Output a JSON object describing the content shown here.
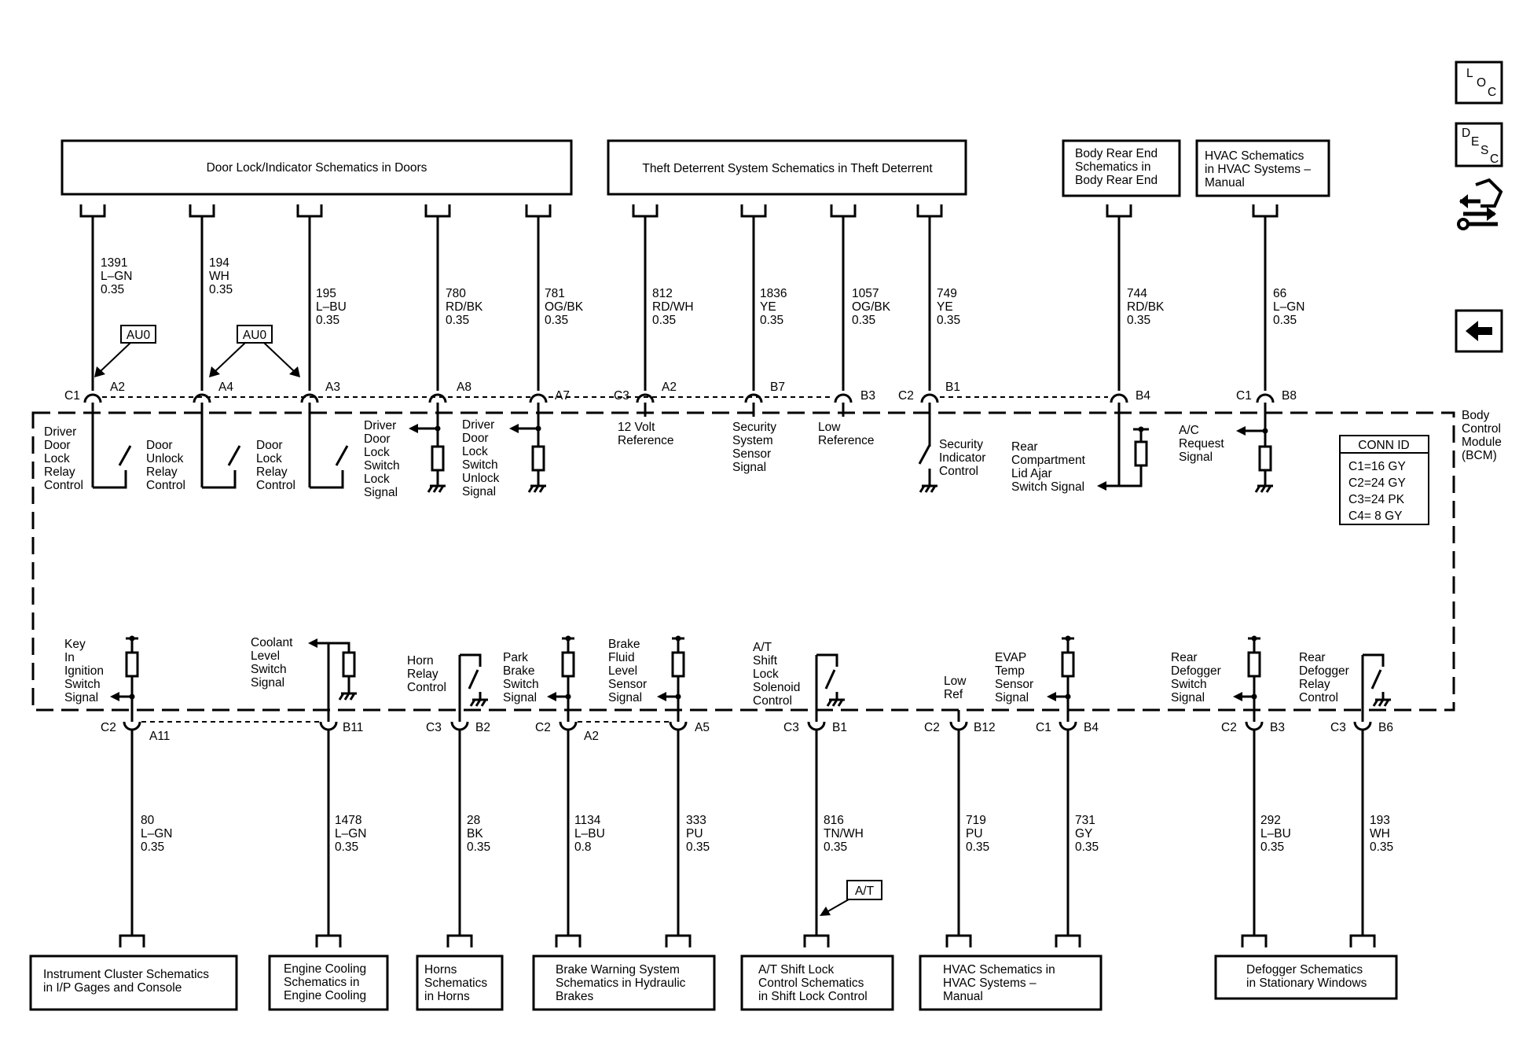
{
  "top_boxes": {
    "door_lock": "Door Lock/Indicator Schematics in Doors",
    "theft": "Theft Deterrent System Schematics in Theft Deterrent",
    "body_rear": [
      "Body Rear End",
      "Schematics in",
      "Body Rear End"
    ],
    "hvac": [
      "HVAC Schematics",
      "in HVAC Systems –",
      "Manual"
    ]
  },
  "top_wires": [
    {
      "circuit": "1391",
      "color": "L–GN",
      "gauge": "0.35"
    },
    {
      "circuit": "194",
      "color": "WH",
      "gauge": "0.35"
    },
    {
      "circuit": "195",
      "color": "L–BU",
      "gauge": "0.35"
    },
    {
      "circuit": "780",
      "color": "RD/BK",
      "gauge": "0.35"
    },
    {
      "circuit": "781",
      "color": "OG/BK",
      "gauge": "0.35"
    },
    {
      "circuit": "812",
      "color": "RD/WH",
      "gauge": "0.35"
    },
    {
      "circuit": "1836",
      "color": "YE",
      "gauge": "0.35"
    },
    {
      "circuit": "1057",
      "color": "OG/BK",
      "gauge": "0.35"
    },
    {
      "circuit": "749",
      "color": "YE",
      "gauge": "0.35"
    },
    {
      "circuit": "744",
      "color": "RD/BK",
      "gauge": "0.35"
    },
    {
      "circuit": "66",
      "color": "L–GN",
      "gauge": "0.35"
    }
  ],
  "top_connectors": {
    "c1": "C1",
    "a2": "A2",
    "a4": "A4",
    "a3": "A3",
    "a8": "A8",
    "a7": "A7",
    "c3": "C3",
    "a2b": "A2",
    "b7": "B7",
    "b3": "B3",
    "c2": "C2",
    "b1": "B1",
    "b4": "B4",
    "c1b": "C1",
    "b8": "B8"
  },
  "option_labels": {
    "au0_1": "AU0",
    "au0_2": "AU0",
    "at": "A/T"
  },
  "top_signals": {
    "driver_lock_relay": [
      "Driver",
      "Door",
      "Lock",
      "Relay",
      "Control"
    ],
    "door_unlock_relay": [
      "Door",
      "Unlock",
      "Relay",
      "Control"
    ],
    "door_lock_relay": [
      "Door",
      "Lock",
      "Relay",
      "Control"
    ],
    "driver_lock_switch": [
      "Driver",
      "Door",
      "Lock",
      "Switch",
      "Lock",
      "Signal"
    ],
    "driver_unlock_switch": [
      "Driver",
      "Door",
      "Lock",
      "Switch",
      "Unlock",
      "Signal"
    ],
    "ref_12v": [
      "12 Volt",
      "Reference"
    ],
    "security_sensor": [
      "Security",
      "System",
      "Sensor",
      "Signal"
    ],
    "low_reference": [
      "Low",
      "Reference"
    ],
    "security_indicator": [
      "Security",
      "Indicator",
      "Control"
    ],
    "rear_compartment": [
      "Rear",
      "Compartment",
      "Lid Ajar",
      "Switch Signal"
    ],
    "ac_request": [
      "A/C",
      "Request",
      "Signal"
    ]
  },
  "bcm_label": [
    "Body",
    "Control",
    "Module",
    "(BCM)"
  ],
  "conn_id": {
    "title": "CONN ID",
    "rows": [
      "C1=16 GY",
      "C2=24 GY",
      "C3=24 PK",
      "C4=  8 GY"
    ]
  },
  "bottom_signals": {
    "key_ignition": [
      "Key",
      "In",
      "Ignition",
      "Switch",
      "Signal"
    ],
    "coolant": [
      "Coolant",
      "Level",
      "Switch",
      "Signal"
    ],
    "horn_relay": [
      "Horn",
      "Relay",
      "Control"
    ],
    "park_brake": [
      "Park",
      "Brake",
      "Switch",
      "Signal"
    ],
    "brake_fluid": [
      "Brake",
      "Fluid",
      "Level",
      "Sensor",
      "Signal"
    ],
    "at_shift_lock": [
      "A/T",
      "Shift",
      "Lock",
      "Solenoid",
      "Control"
    ],
    "low_ref": [
      "Low",
      "Ref"
    ],
    "evap": [
      "EVAP",
      "Temp",
      "Sensor",
      "Signal"
    ],
    "rear_defog_switch": [
      "Rear",
      "Defogger",
      "Switch",
      "Signal"
    ],
    "rear_defog_relay": [
      "Rear",
      "Defogger",
      "Relay",
      "Control"
    ]
  },
  "bottom_connectors": {
    "c2a": "C2",
    "a11": "A11",
    "b11": "B11",
    "c3a": "C3",
    "b2": "B2",
    "c2b": "C2",
    "a2": "A2",
    "a5": "A5",
    "c3b": "C3",
    "b1": "B1",
    "c2c": "C2",
    "b12": "B12",
    "c1": "C1",
    "b4": "B4",
    "c2d": "C2",
    "b3": "B3",
    "c3c": "C3",
    "b6": "B6"
  },
  "bottom_wires": [
    {
      "circuit": "80",
      "color": "L–GN",
      "gauge": "0.35"
    },
    {
      "circuit": "1478",
      "color": "L–GN",
      "gauge": "0.35"
    },
    {
      "circuit": "28",
      "color": "BK",
      "gauge": "0.35"
    },
    {
      "circuit": "1134",
      "color": "L–BU",
      "gauge": "0.8"
    },
    {
      "circuit": "333",
      "color": "PU",
      "gauge": "0.35"
    },
    {
      "circuit": "816",
      "color": "TN/WH",
      "gauge": "0.35"
    },
    {
      "circuit": "719",
      "color": "PU",
      "gauge": "0.35"
    },
    {
      "circuit": "731",
      "color": "GY",
      "gauge": "0.35"
    },
    {
      "circuit": "292",
      "color": "L–BU",
      "gauge": "0.35"
    },
    {
      "circuit": "193",
      "color": "WH",
      "gauge": "0.35"
    }
  ],
  "bottom_boxes": {
    "instrument": [
      "Instrument Cluster Schematics",
      "in I/P Gages and Console"
    ],
    "engine_cooling": [
      "Engine Cooling",
      "Schematics in",
      "Engine Cooling"
    ],
    "horns": [
      "Horns",
      "Schematics",
      "in Horns"
    ],
    "brake_warning": [
      "Brake Warning System",
      "Schematics in Hydraulic",
      "Brakes"
    ],
    "at_shift": [
      "A/T Shift Lock",
      "Control Schematics",
      "in Shift Lock Control"
    ],
    "hvac": [
      "HVAC Schematics in",
      "HVAC Systems –",
      "Manual"
    ],
    "defogger": [
      "Defogger Schematics",
      "in Stationary Windows"
    ]
  },
  "side_icons": {
    "loc": {
      "l": "L",
      "o": "O",
      "c": "C"
    },
    "desc": {
      "d": "D",
      "e": "E",
      "s": "S",
      "c": "C"
    }
  }
}
